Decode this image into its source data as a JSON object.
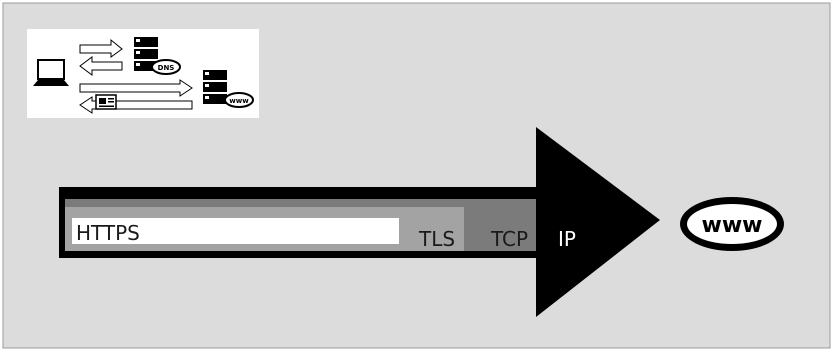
{
  "colors": {
    "background": "#dcdcdc",
    "frame_border": "#9a9a9a",
    "outer_band": "#000000",
    "tls_layer": "#a3a3a3",
    "tcp_layer": "#7b7b7b",
    "https_layer": "#ffffff",
    "ip_text": "#ffffff",
    "label_text": "#1a1a1a"
  },
  "inset": {
    "dns_badge": "DNS",
    "www_badge": "www",
    "icons": [
      "laptop-icon",
      "server-icon",
      "document-icon"
    ]
  },
  "protocol_stack": {
    "https": "HTTPS",
    "tls": "TLS",
    "tcp": "TCP",
    "ip": "IP"
  },
  "destination": {
    "label": "www"
  }
}
